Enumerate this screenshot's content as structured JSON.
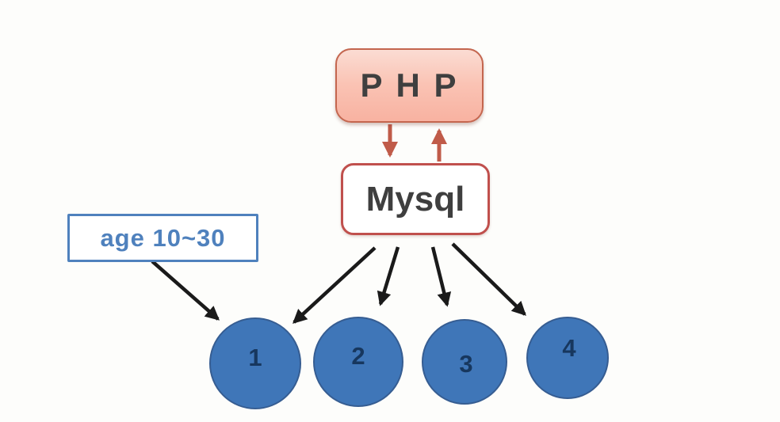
{
  "diagram": {
    "php_box": {
      "label": "P H P"
    },
    "mysql_box": {
      "label": "Mysql"
    },
    "age_label": {
      "text": "age 10~30"
    },
    "nodes": [
      {
        "label": "1"
      },
      {
        "label": "2"
      },
      {
        "label": "3"
      },
      {
        "label": "4"
      }
    ],
    "edges": [
      {
        "from": "PHP",
        "to": "Mysql",
        "style": "red-arrow",
        "direction": "down"
      },
      {
        "from": "Mysql",
        "to": "PHP",
        "style": "red-arrow",
        "direction": "up"
      },
      {
        "from": "age 10~30",
        "to": "1",
        "style": "black-arrow"
      },
      {
        "from": "Mysql",
        "to": "1",
        "style": "black-arrow"
      },
      {
        "from": "Mysql",
        "to": "2",
        "style": "black-arrow"
      },
      {
        "from": "Mysql",
        "to": "3",
        "style": "black-arrow"
      },
      {
        "from": "Mysql",
        "to": "4",
        "style": "black-arrow"
      }
    ],
    "colors": {
      "red_accent": "#C0504D",
      "php_fill_top": "#FBDCD3",
      "php_fill_bottom": "#F8B2A1",
      "blue_accent": "#4F81BD",
      "node_fill": "#3F76B8",
      "node_border": "#365D92",
      "node_number": "#17375E",
      "arrow_black": "#1A1A1A",
      "text_dark": "#3F3F3F",
      "background": "#FDFDFB"
    }
  }
}
